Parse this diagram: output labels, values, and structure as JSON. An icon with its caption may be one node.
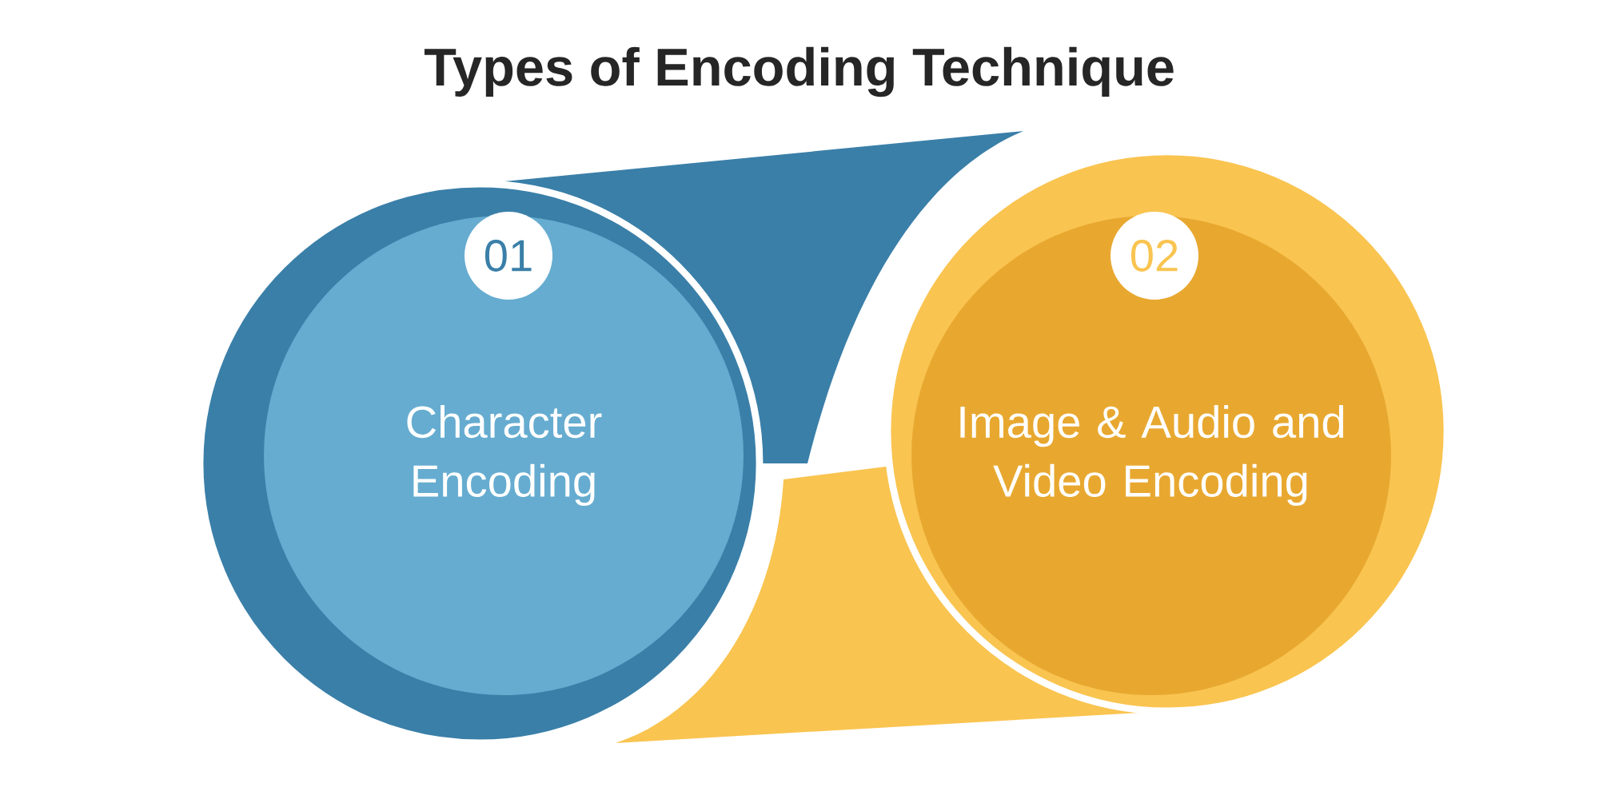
{
  "diagram": {
    "title": "Types of Encoding Technique",
    "nodes": [
      {
        "text": [
          "01",
          "Character Encoding"
        ]
      },
      {
        "text": [
          "02",
          "Image & Audio and Video Encoding"
        ]
      }
    ]
  }
}
